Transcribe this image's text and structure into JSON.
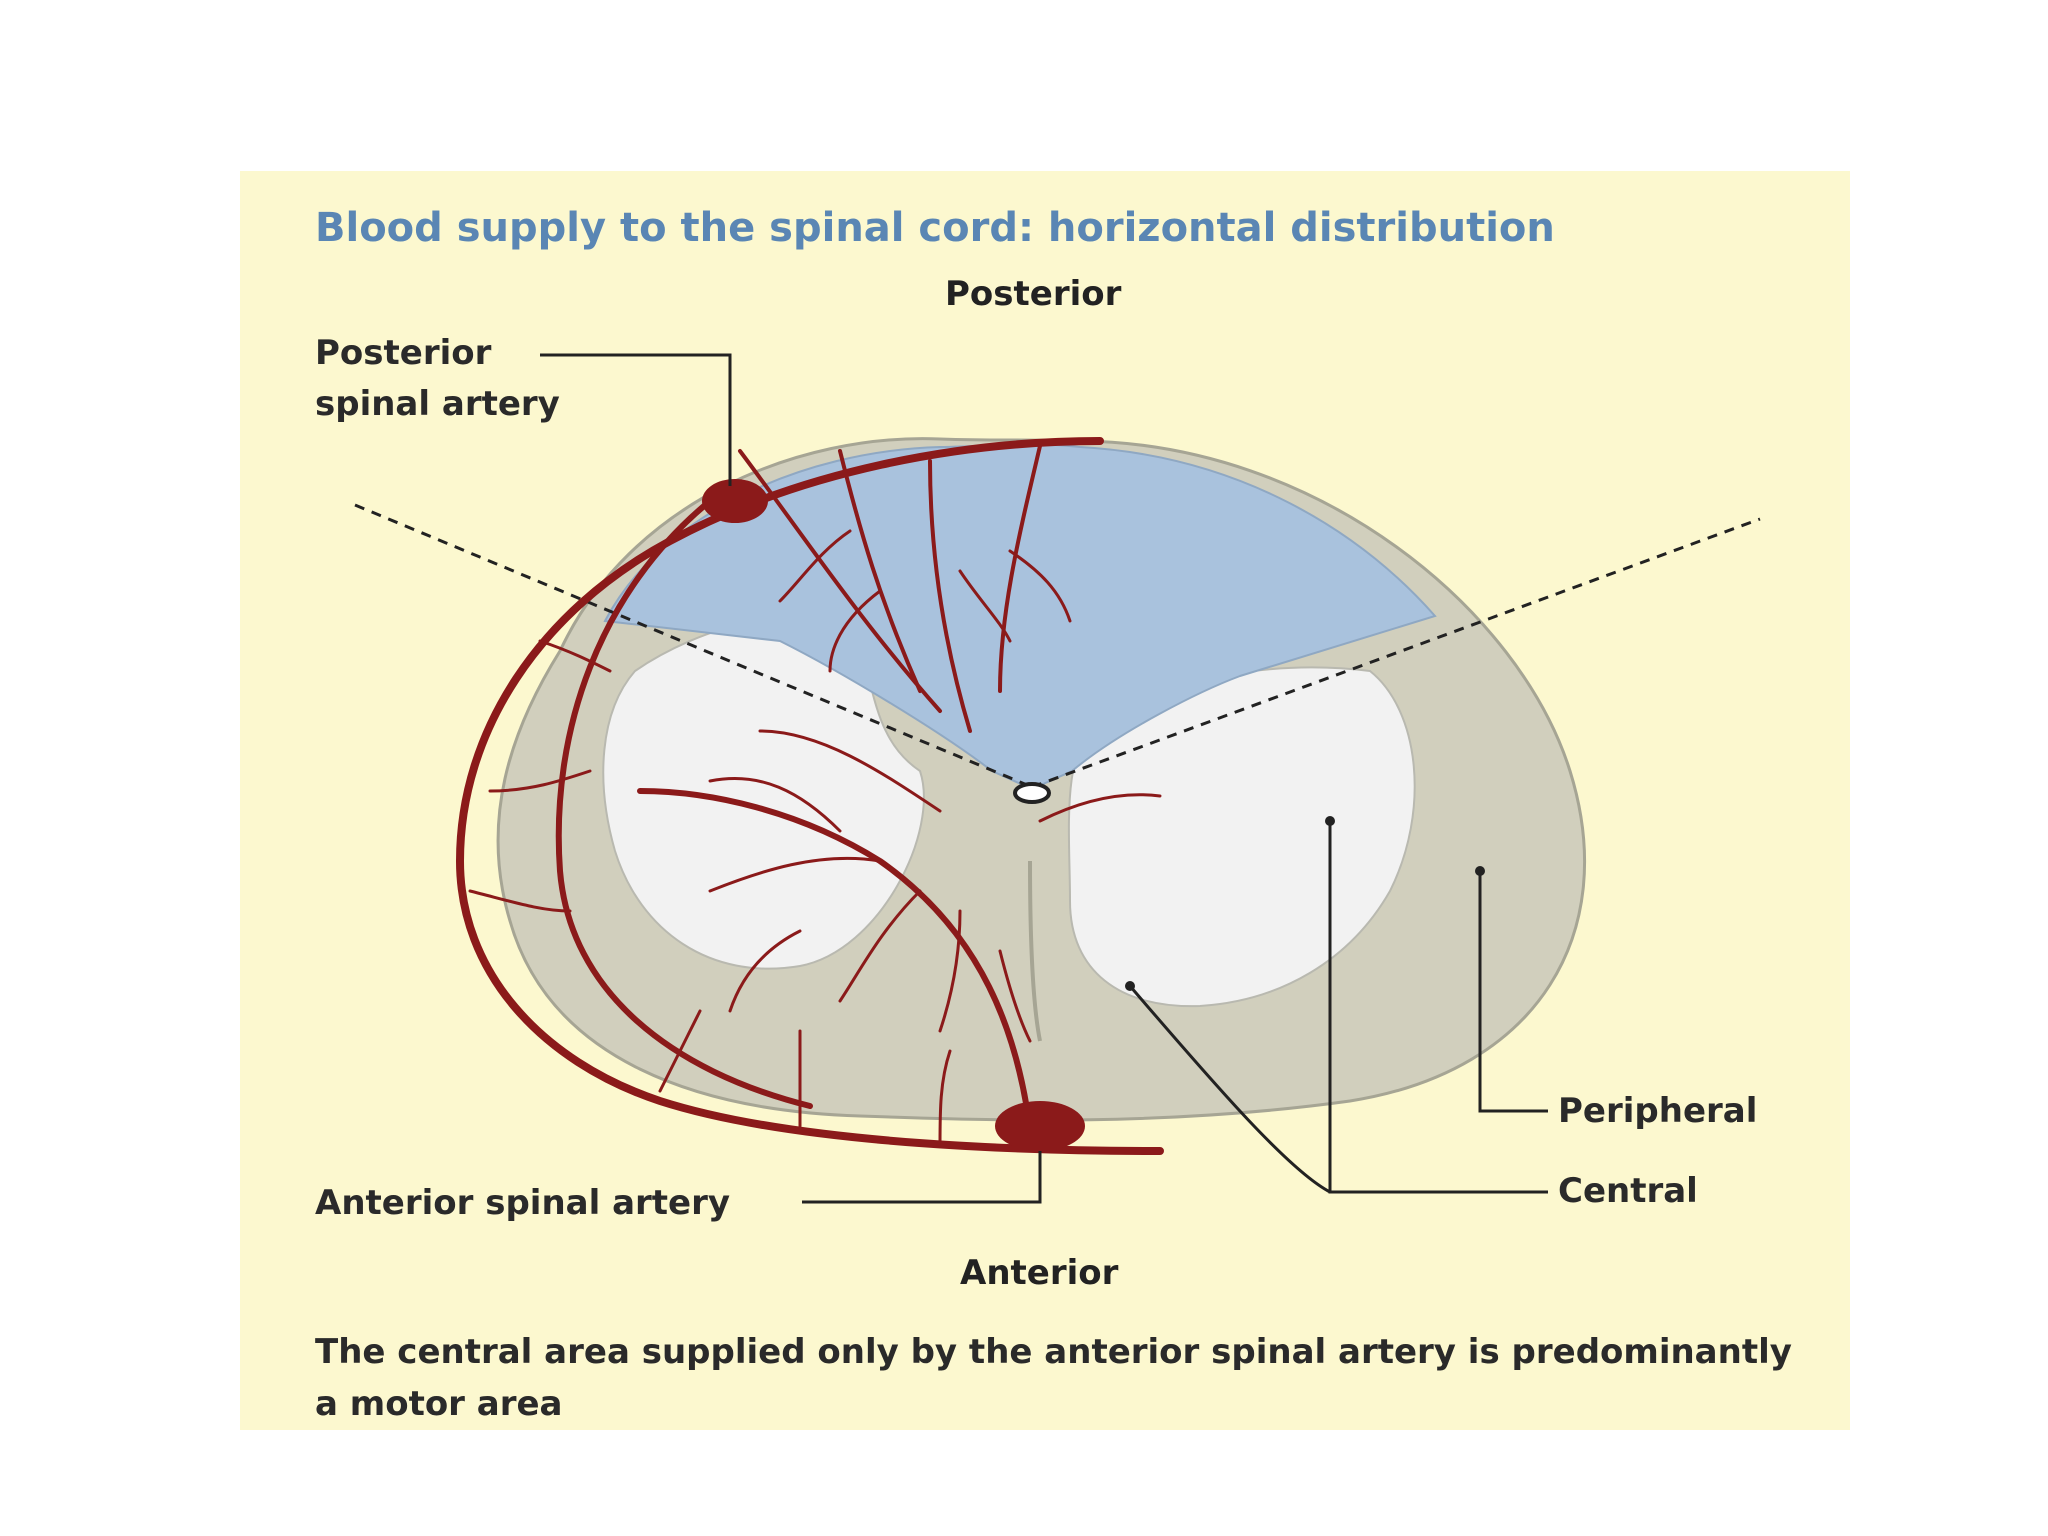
{
  "title": "Blood supply to the spinal cord: horizontal distribution",
  "orientation": {
    "top": "Posterior",
    "bottom": "Anterior"
  },
  "labels": {
    "posterior_spinal_artery_line1": "Posterior",
    "posterior_spinal_artery_line2": "spinal artery",
    "anterior_spinal_artery": "Anterior spinal artery",
    "peripheral": "Peripheral",
    "central": "Central"
  },
  "caption": "The central area supplied only by the anterior spinal artery is predominantly a motor area",
  "colors": {
    "background": "#fcf8cf",
    "posterior_region": "#a9c2dd",
    "peripheral_region": "#d1cfbd",
    "central_region": "#f2f2f2",
    "artery": "#8b1a1a",
    "title": "#5a86b4"
  }
}
